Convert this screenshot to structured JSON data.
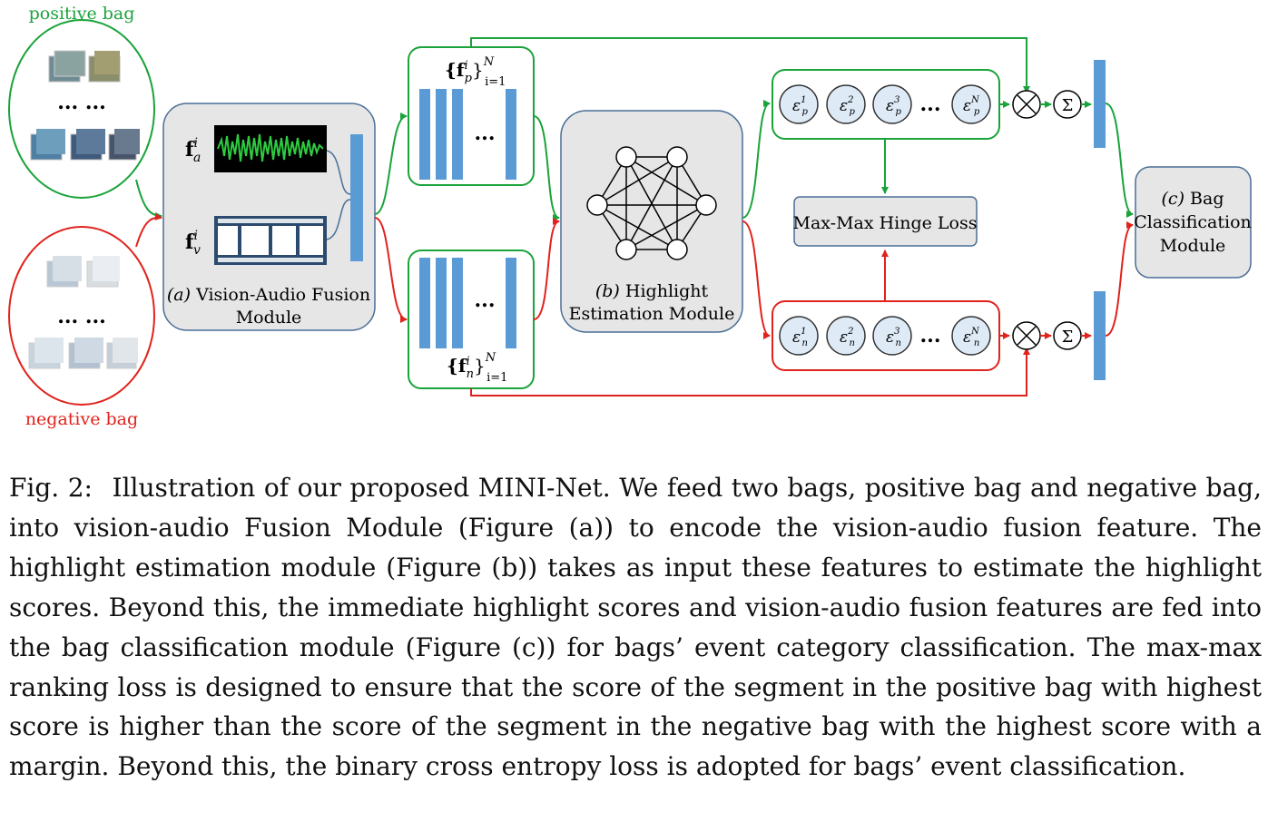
{
  "diagram": {
    "positive_bag_label": "positive bag",
    "negative_bag_label": "negative bag",
    "ellipsis_dots": "... ...",
    "fusion_module": {
      "letter": "(a)",
      "line1": "Vision-Audio Fusion",
      "line2": "Module"
    },
    "audio_feature_symbol": "f",
    "audio_feature_sup": "i",
    "audio_feature_sub": "a",
    "visual_feature_symbol": "f",
    "visual_feature_sup": "i",
    "visual_feature_sub": "v",
    "pos_feature_set": {
      "open": "{f",
      "sup": "i",
      "sub": "p",
      "close": "}",
      "upper": "N",
      "lower": "i=1"
    },
    "neg_feature_set": {
      "open": "{f",
      "sup": "i",
      "sub": "n",
      "close": "}",
      "upper": "N",
      "lower": "i=1"
    },
    "feature_dots": "...",
    "highlight_module": {
      "letter": "(b)",
      "line1": "Highlight",
      "line2": "Estimation Module"
    },
    "pos_scores": {
      "symbol": "ε",
      "sub": "p",
      "sups": [
        "1",
        "2",
        "3",
        "N"
      ]
    },
    "neg_scores": {
      "symbol": "ε",
      "sub": "n",
      "sups": [
        "1",
        "2",
        "3",
        "N"
      ]
    },
    "score_dots": "...",
    "hinge_loss": "Max-Max Hinge Loss",
    "multiply_symbol": "⊗",
    "sum_symbol": "Σ",
    "bag_module": {
      "letter": "(c)",
      "line1": "Bag",
      "line2": "Classification",
      "line3": "Module"
    },
    "colors": {
      "positive": "#1aa33a",
      "negative": "#e0231c",
      "feature_bar": "#5b9bd5",
      "module_fill": "#e6e6e6",
      "module_stroke": "#4a6f96",
      "score_fill": "#deebf7"
    }
  },
  "caption": {
    "label": "Fig. 2:",
    "text": "Illustration of our proposed MINI-Net. We feed two bags, positive bag and negative bag, into vision-audio Fusion Module (Figure (a)) to encode the vision-audio fusion feature. The highlight estimation module (Figure (b)) takes as input these features to estimate the highlight scores. Beyond this, the immediate highlight scores and vision-audio fusion features are fed into the bag classification module (Figure (c)) for bags’ event category classification. The max-max ranking loss is designed to ensure that the score of the segment in the positive bag with highest score is higher than the score of the segment in the negative bag with the highest score with a margin. Beyond this, the binary cross entropy loss is adopted for bags’ event classification."
  }
}
